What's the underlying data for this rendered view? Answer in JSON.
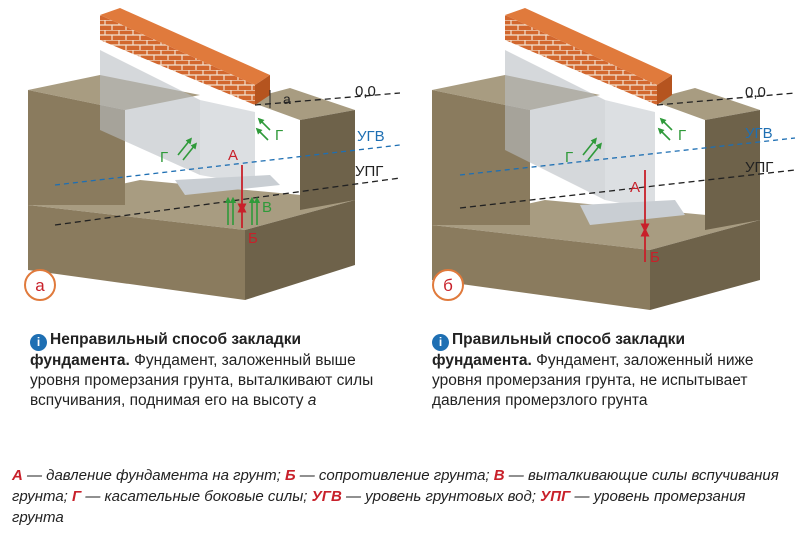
{
  "diagram": {
    "panel_a": {
      "badge": "а",
      "level_zero": "0,0",
      "level_ugv": "УГВ",
      "level_upg": "УПГ",
      "height_label": "а",
      "force_a": "А",
      "force_b": "Б",
      "force_v": "В",
      "force_g_left": "Г",
      "force_g_right": "Г"
    },
    "panel_b": {
      "badge": "б",
      "level_zero": "0,0",
      "level_ugv": "УГВ",
      "level_upg": "УПГ",
      "force_a": "А",
      "force_b": "Б",
      "force_g_left": "Г",
      "force_g_right": "Г"
    },
    "colors": {
      "soil_top": "#a89c81",
      "soil_front": "#8a7b5e",
      "soil_side": "#6e624a",
      "concrete": "#dcdfe2",
      "concrete_shade": "#b9bec3",
      "brick": "#d2672e",
      "accent_red": "#c8202a",
      "ugv_blue": "#1e6fb3",
      "arrow_green": "#2f9a3a"
    }
  },
  "captions": {
    "a": {
      "bold": "Неправильный способ закладки фундамента.",
      "text": " Фундамент, заложенный выше уровня промерзания грунта, выталкивают силы вспучивания, поднимая его на высоту ",
      "italic": "а"
    },
    "b": {
      "bold": "Правильный способ закладки фундамента.",
      "text": " Фундамент, заложенный ниже уровня промерзания грунта, не испытывает давления промерзлого грунта"
    }
  },
  "legend": {
    "items": [
      {
        "key": "А",
        "text": " — давление фундамента на грунт; "
      },
      {
        "key": "Б",
        "text": " — сопротивление грунта; "
      },
      {
        "key": "В",
        "text": " — выталкивающие силы вспучивания грунта; "
      },
      {
        "key": "Г",
        "text": " — касательные боковые силы; "
      },
      {
        "key": "УГВ",
        "text": " — уровень грунтовых вод; "
      },
      {
        "key": "УПГ",
        "text": " — уровень промерзания грунта"
      }
    ]
  }
}
